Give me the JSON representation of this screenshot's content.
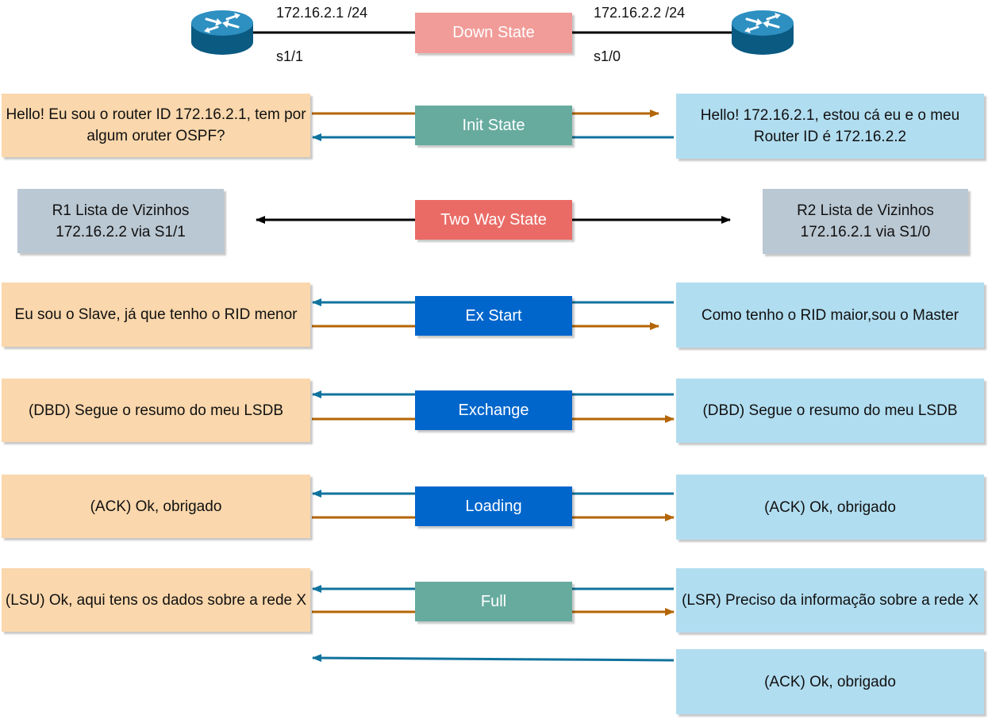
{
  "colors": {
    "orange_arrow": "#b46504",
    "blue_arrow": "#10739e",
    "left_box": "#fad7ac",
    "right_box": "#b1ddf0",
    "neighbor_box": "#bac8d3",
    "router": "#0b6f9f"
  },
  "topology": {
    "r1_ip": "172.16.2.1 /24",
    "r1_interface": "s1/1",
    "r2_ip": "172.16.2.2 /24",
    "r2_interface": "s1/0",
    "r1_icon": "router-icon",
    "r2_icon": "router-icon"
  },
  "states": {
    "down": {
      "label": "Down State",
      "color": "#f19c99"
    },
    "init": {
      "label": "Init State",
      "color": "#67ab9f"
    },
    "two_way": {
      "label": "Two Way State",
      "color": "#ea6b66"
    },
    "ex_start": {
      "label": "Ex Start",
      "color": "#0066cc"
    },
    "exchange": {
      "label": "Exchange",
      "color": "#0066cc"
    },
    "loading": {
      "label": "Loading",
      "color": "#0066cc"
    },
    "full": {
      "label": "Full",
      "color": "#67ab9f"
    }
  },
  "messages": {
    "init_r1": "Hello! Eu sou o router ID 172.16.2.1, tem por algum oruter OSPF?",
    "init_r2": "Hello! 172.16.2.1, estou cá eu e o meu Router ID é 172.16.2.2",
    "r1_neighbors_title": "R1 Lista de Vizinhos",
    "r1_neighbors_entry": "172.16.2.2 via S1/1",
    "r2_neighbors_title": "R2 Lista de Vizinhos",
    "r2_neighbors_entry": "172.16.2.1 via S1/0",
    "exstart_r1": "Eu sou o Slave, já que tenho o RID menor",
    "exstart_r2": "Como tenho o RID maior,sou o Master",
    "exchange_r1": "(DBD) Segue o resumo do meu LSDB",
    "exchange_r2": "(DBD) Segue o resumo do meu LSDB",
    "loading_r1": "(ACK) Ok, obrigado",
    "loading_r2": "(ACK) Ok, obrigado",
    "full_r1": "(LSU) Ok, aqui tens os dados sobre a rede X",
    "full_r2": "(LSR) Preciso da informação sobre a rede X",
    "final_r2": "(ACK) Ok, obrigado"
  }
}
